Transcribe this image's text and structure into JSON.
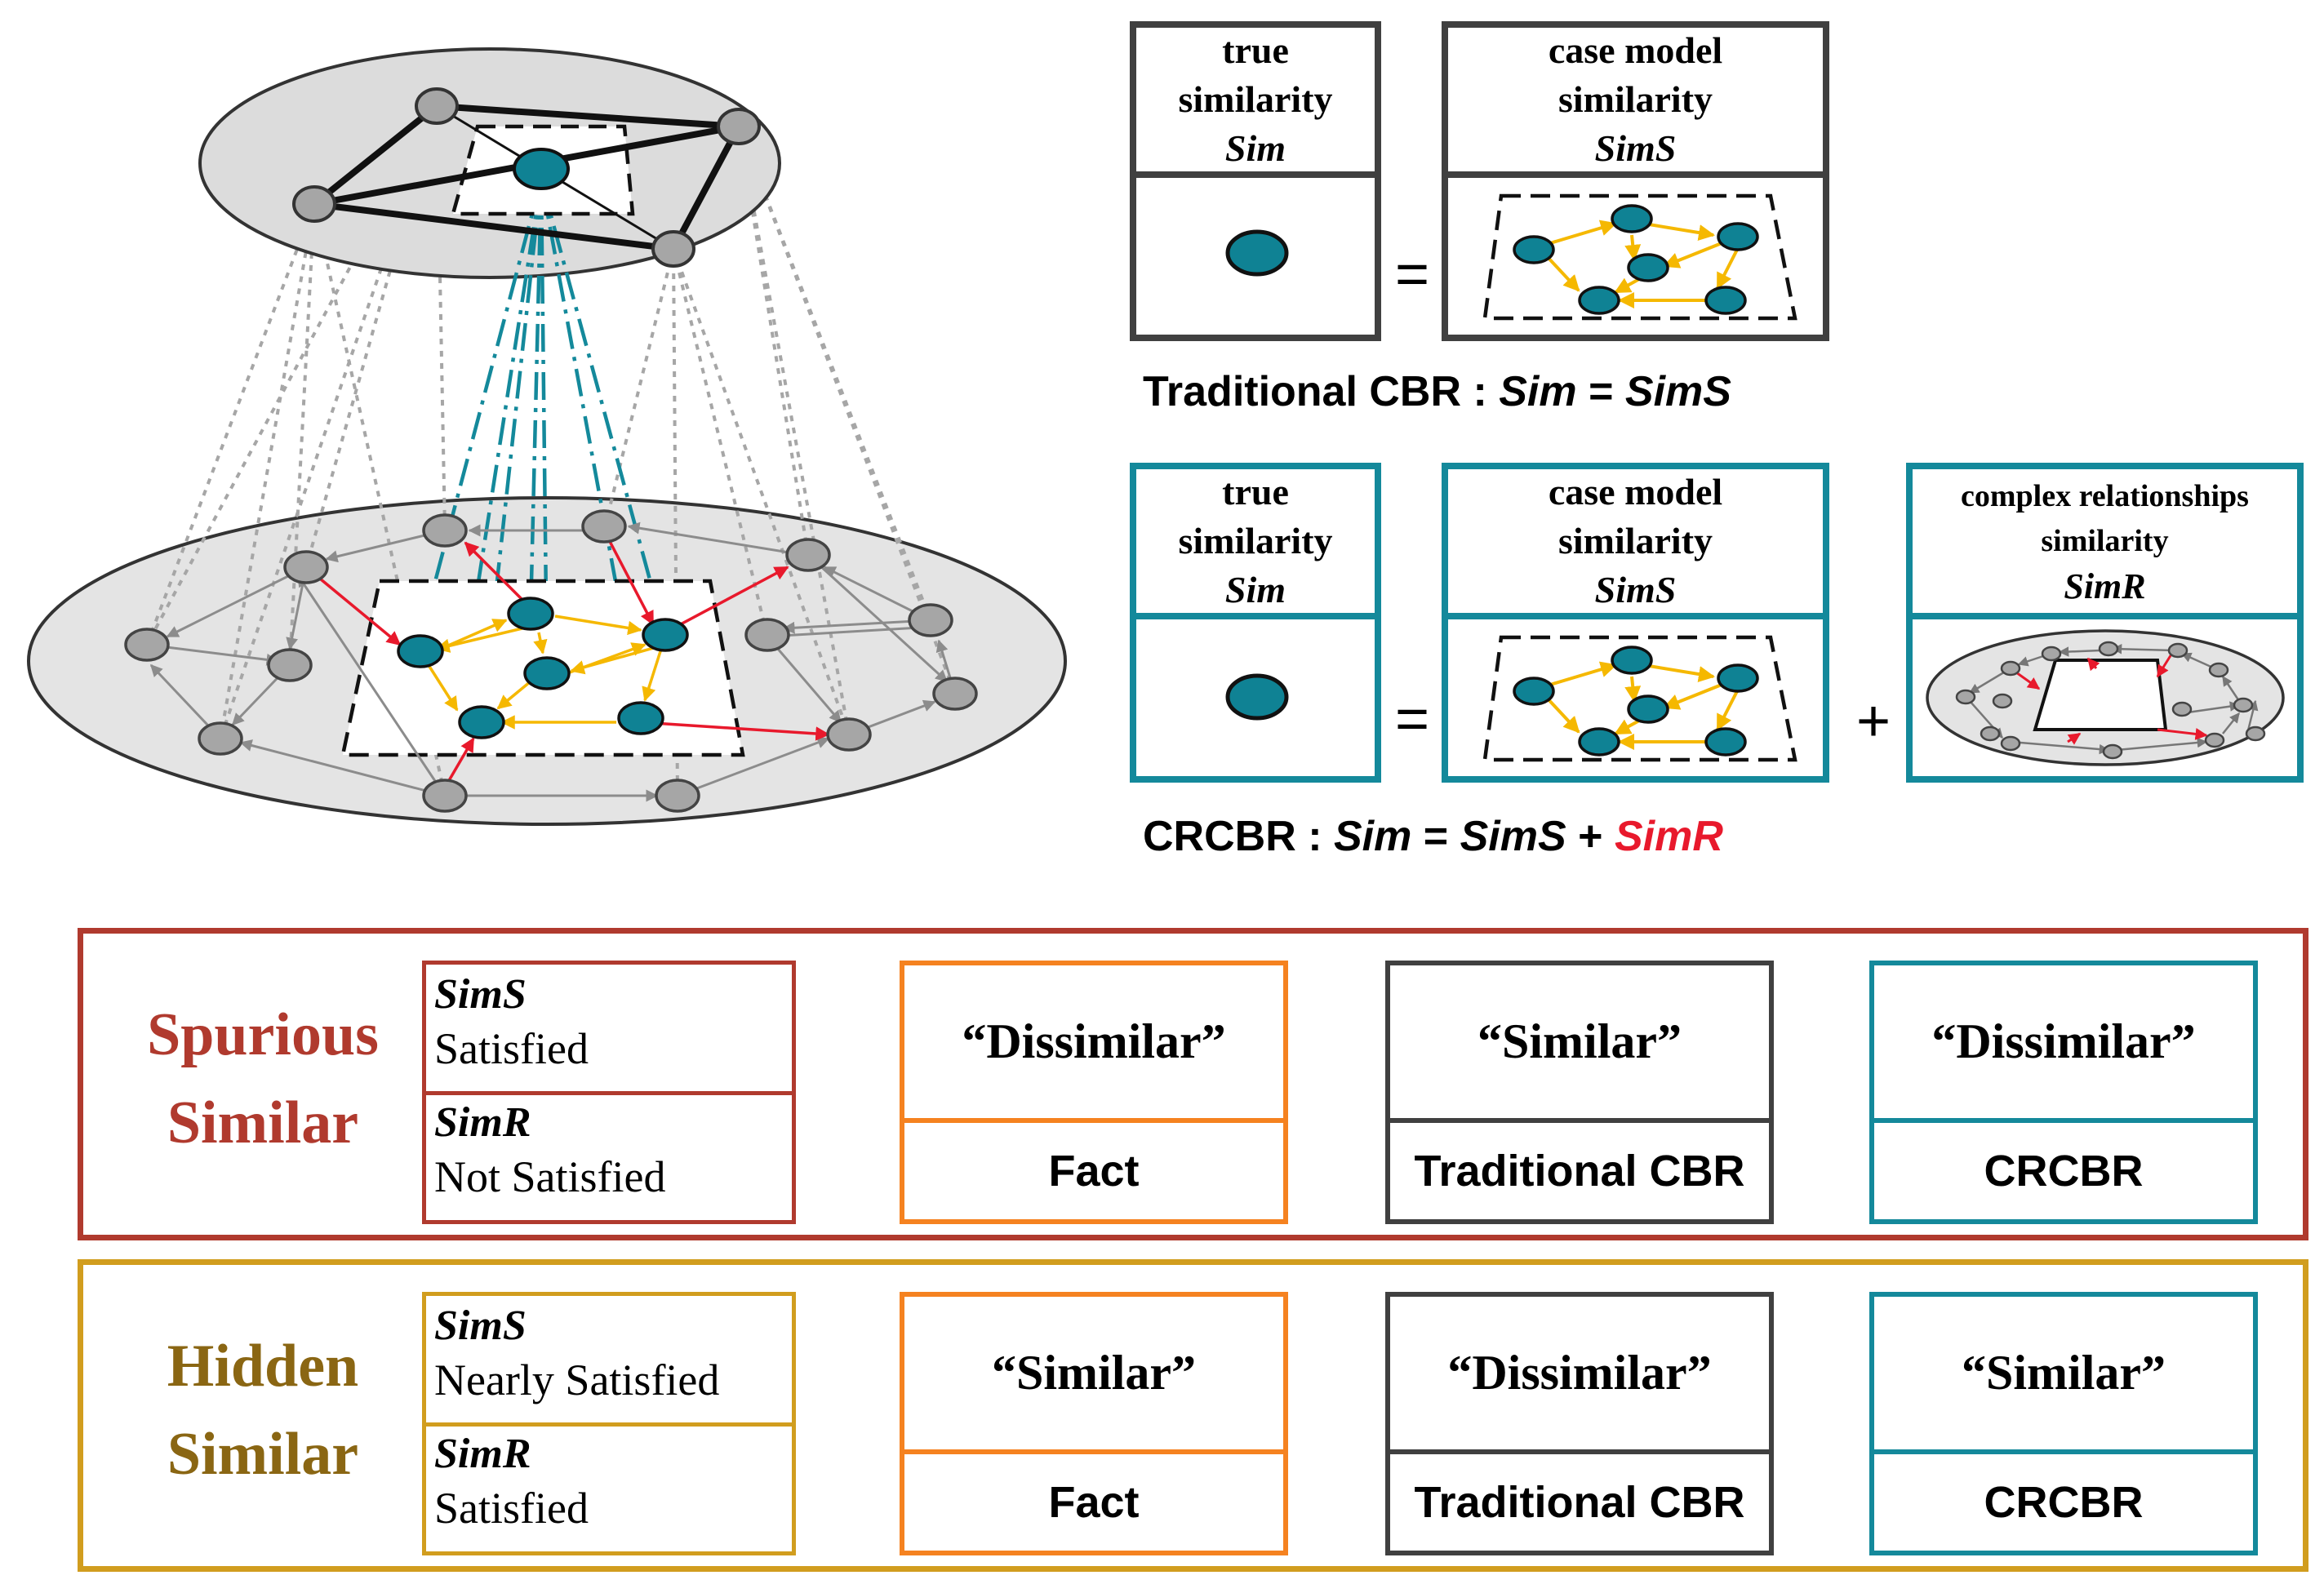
{
  "top_formulas": {
    "traditional": {
      "true_box": {
        "line1": "true",
        "line2": "similarity",
        "symbol": "Sim"
      },
      "case_box": {
        "line1": "case model",
        "line2": "similarity",
        "symbol": "SimS"
      },
      "equals": "=",
      "formula_prefix": "Traditional CBR : ",
      "formula_lhs": "Sim",
      "formula_eq": " = ",
      "formula_rhs": "SimS"
    },
    "crcbr": {
      "true_box": {
        "line1": "true",
        "line2": "similarity",
        "symbol": "Sim"
      },
      "case_box": {
        "line1": "case model",
        "line2": "similarity",
        "symbol": "SimS"
      },
      "rel_box": {
        "line1": "complex relationships",
        "line2": "similarity",
        "symbol": "SimR"
      },
      "equals": "=",
      "plus": "+",
      "formula_prefix": "CRCBR : ",
      "formula_lhs": "Sim",
      "formula_eq": " = ",
      "formula_simS": "SimS",
      "formula_plus": " + ",
      "formula_simR": "SimR"
    }
  },
  "rows": [
    {
      "label_line1": "Spurious",
      "label_line2": "Similar",
      "sims_key": "SimS",
      "sims_value": "Satisfied",
      "simr_key": "SimR",
      "simr_value": "Not Satisfied",
      "results": [
        {
          "value": "“Dissimilar”",
          "source": "Fact"
        },
        {
          "value": "“Similar”",
          "source": "Traditional CBR"
        },
        {
          "value": "“Dissimilar”",
          "source": "CRCBR"
        }
      ]
    },
    {
      "label_line1": "Hidden",
      "label_line2": "Similar",
      "sims_key": "SimS",
      "sims_value": "Nearly Satisfied",
      "simr_key": "SimR",
      "simr_value": "Satisfied",
      "results": [
        {
          "value": "“Similar”",
          "source": "Fact"
        },
        {
          "value": "“Dissimilar”",
          "source": "Traditional CBR"
        },
        {
          "value": "“Similar”",
          "source": "CRCBR"
        }
      ]
    }
  ],
  "colors": {
    "node_teal": "#0f8294",
    "node_gray": "#a6a6a6",
    "edge_yellow": "#f5b800",
    "edge_red": "#e8192c",
    "box_teal": "#14899b",
    "box_dark": "#404040",
    "spurious": "#b03a2e",
    "hidden": "#d19d1e",
    "hidden_text": "#8a6613",
    "fact": "#f58220"
  }
}
